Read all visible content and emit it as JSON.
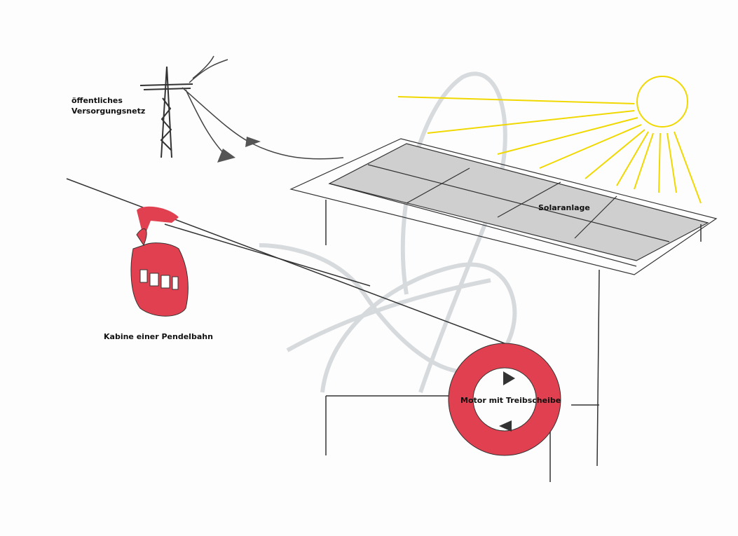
{
  "labels": {
    "grid_line1": "öffentliches",
    "grid_line2": "Versorgungsnetz",
    "solar": "Solaranlage",
    "cabin": "Kabine einer Pendelbahn",
    "motor": "Motor mit Treibscheibe"
  },
  "colors": {
    "sun": "#f0d800",
    "cabin": "#e0404f",
    "wheel": "#e04050",
    "panel": "#c8c8c8",
    "pencil": "#333333"
  }
}
